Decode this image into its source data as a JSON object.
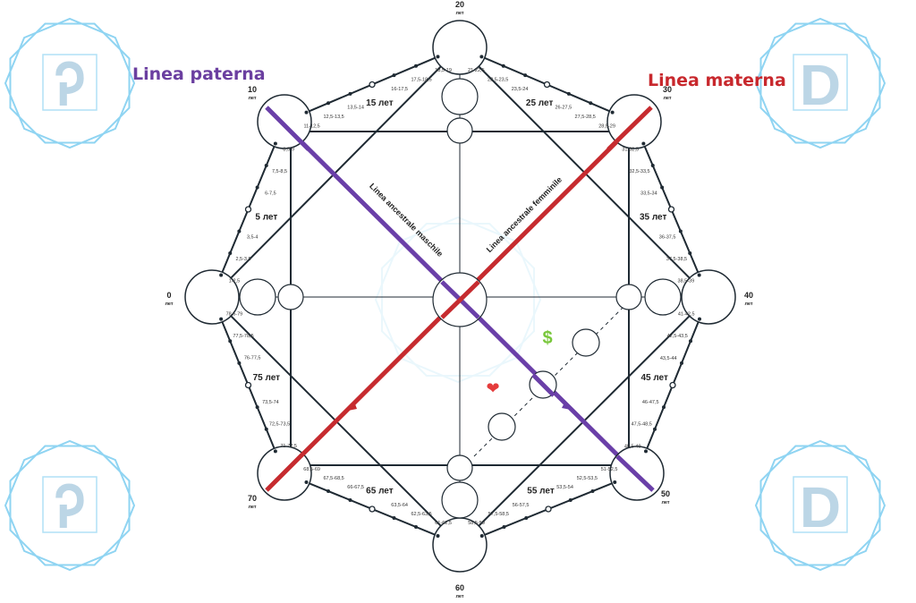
{
  "title_left": {
    "text": "Linea paterna",
    "color": "#6b3fa0"
  },
  "title_right": {
    "text": "Linea materna",
    "color": "#c8282d"
  },
  "diag_male": "Linea ancestrale maschile",
  "diag_female": "Linea ancestrale femminile",
  "colors": {
    "frame": "#1f2a33",
    "male_line": "#6a3fa8",
    "female_line": "#c62b2f",
    "watermark": "#8fd4f2",
    "dollar": "#79c73c",
    "heart": "#e53b3b"
  },
  "icons": {
    "dollar": "$",
    "heart": "❤"
  },
  "watermark_letters": {
    "left": "Ꭾ",
    "right": "D"
  },
  "vertices": [
    {
      "age": "0",
      "unit": "лет"
    },
    {
      "age": "10",
      "unit": "лет"
    },
    {
      "age": "20",
      "unit": "лет"
    },
    {
      "age": "30",
      "unit": "лет"
    },
    {
      "age": "40",
      "unit": "лет"
    },
    {
      "age": "50",
      "unit": "лет"
    },
    {
      "age": "60",
      "unit": "лет"
    },
    {
      "age": "70",
      "unit": "лет"
    }
  ],
  "mid_ages": [
    "5 лет",
    "15 лет",
    "25 лет",
    "35 лет",
    "45 лет",
    "55 лет",
    "65 лет",
    "75 лет"
  ],
  "edge_ranges": [
    [
      "1-2,5",
      "2,5-3,5",
      "3,5-4",
      "6-7,5",
      "7,5-8,5",
      "8,5-9"
    ],
    [
      "11-12,5",
      "12,5-13,5",
      "13,5-14",
      "16-17,5",
      "17,5-18,5",
      "18,5-19"
    ],
    [
      "21-22,5",
      "22,5-23,5",
      "23,5-24",
      "26-27,5",
      "27,5-28,5",
      "28,5-29"
    ],
    [
      "31-32,5",
      "32,5-33,5",
      "33,5-34",
      "36-37,5",
      "37,5-38,5",
      "38,5-39"
    ],
    [
      "41-42,5",
      "42,5-43,5",
      "43,5-44",
      "46-47,5",
      "47,5-48,5",
      "48,5-49"
    ],
    [
      "51-52,5",
      "52,5-53,5",
      "53,5-54",
      "56-57,5",
      "57,5-58,5",
      "58,5-59"
    ],
    [
      "61-62,5",
      "62,5-63,5",
      "63,5-64",
      "66-67,5",
      "67,5-68,5",
      "68,5-69"
    ],
    [
      "71-72,5",
      "72,5-73,5",
      "73,5-74",
      "76-77,5",
      "77,5-78,5",
      "78,5-79"
    ]
  ]
}
